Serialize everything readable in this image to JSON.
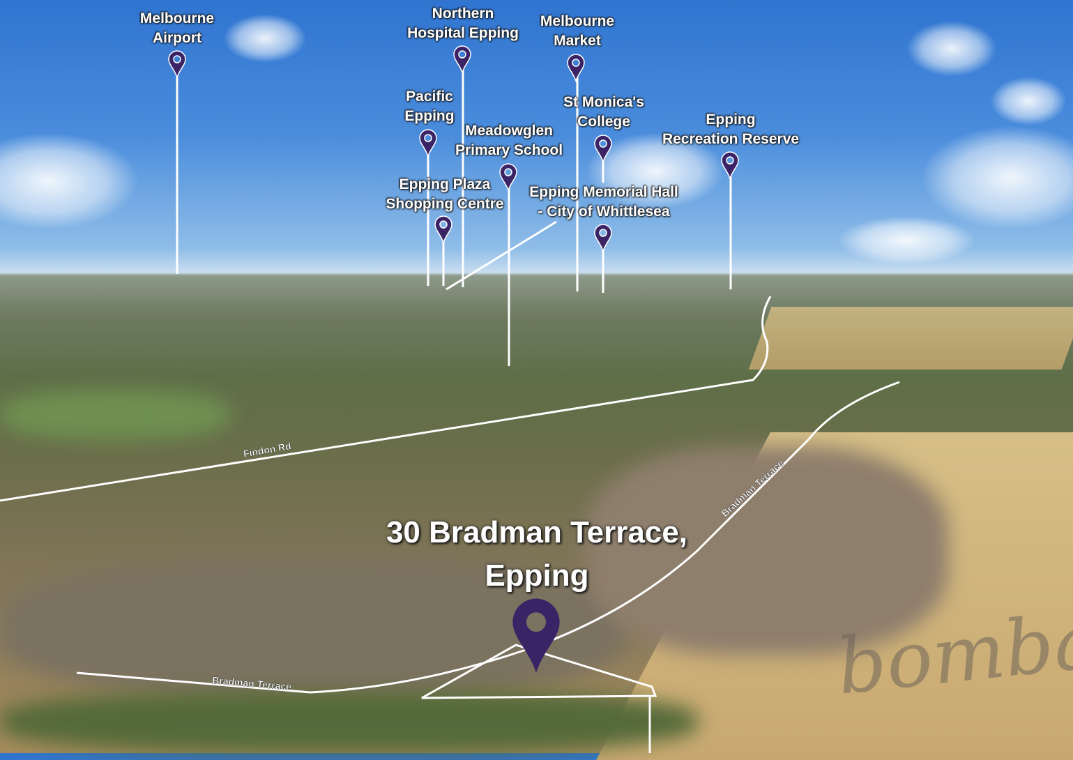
{
  "title": {
    "line1": "30 Bradman Terrace,",
    "line2": "Epping"
  },
  "pin_color": "#3b2466",
  "landmarks": [
    {
      "line1": "Melbourne",
      "line2": "Airport",
      "icon": "map-pin-icon"
    },
    {
      "line1": "Northern",
      "line2": "Hospital Epping",
      "icon": "map-pin-icon"
    },
    {
      "line1": "Melbourne",
      "line2": "Market",
      "icon": "map-pin-icon"
    },
    {
      "line1": "Pacific",
      "line2": "Epping",
      "icon": "map-pin-icon"
    },
    {
      "line1": "Meadowglen",
      "line2": "Primary School",
      "icon": "map-pin-icon"
    },
    {
      "line1": "St Monica's",
      "line2": "College",
      "icon": "map-pin-icon"
    },
    {
      "line1": "Epping",
      "line2": "Recreation Reserve",
      "icon": "map-pin-icon"
    },
    {
      "line1": "Epping Plaza",
      "line2": "Shopping Centre",
      "icon": "map-pin-icon"
    },
    {
      "line1": "Epping Memorial Hall",
      "line2": "- City of Whittlesea",
      "icon": "map-pin-icon"
    }
  ],
  "roads": [
    "Findon Rd",
    "Bradman Terrace",
    "Bradman Terrace"
  ],
  "watermark": "bombay"
}
